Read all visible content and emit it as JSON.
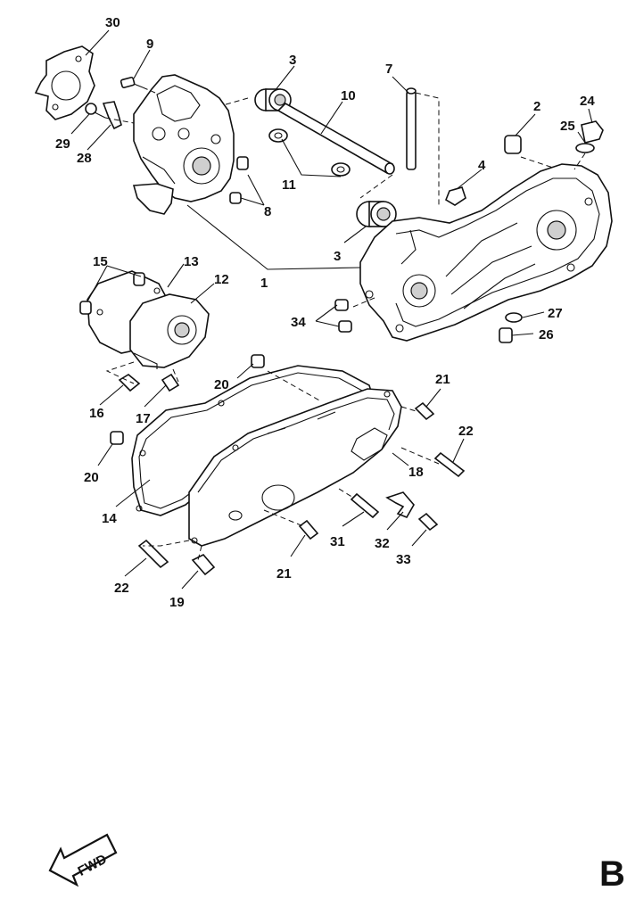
{
  "diagram": {
    "callouts": [
      {
        "id": "30",
        "text": "30"
      },
      {
        "id": "9",
        "text": "9"
      },
      {
        "id": "29",
        "text": "29"
      },
      {
        "id": "28",
        "text": "28"
      },
      {
        "id": "3a",
        "text": "3"
      },
      {
        "id": "10",
        "text": "10"
      },
      {
        "id": "7",
        "text": "7"
      },
      {
        "id": "24",
        "text": "24"
      },
      {
        "id": "2",
        "text": "2"
      },
      {
        "id": "25",
        "text": "25"
      },
      {
        "id": "11",
        "text": "11"
      },
      {
        "id": "4",
        "text": "4"
      },
      {
        "id": "8",
        "text": "8"
      },
      {
        "id": "3b",
        "text": "3"
      },
      {
        "id": "1",
        "text": "1"
      },
      {
        "id": "15",
        "text": "15"
      },
      {
        "id": "13",
        "text": "13"
      },
      {
        "id": "12",
        "text": "12"
      },
      {
        "id": "27",
        "text": "27"
      },
      {
        "id": "34",
        "text": "34"
      },
      {
        "id": "26",
        "text": "26"
      },
      {
        "id": "20a",
        "text": "20"
      },
      {
        "id": "21a",
        "text": "21"
      },
      {
        "id": "16",
        "text": "16"
      },
      {
        "id": "17",
        "text": "17"
      },
      {
        "id": "22a",
        "text": "22"
      },
      {
        "id": "18",
        "text": "18"
      },
      {
        "id": "20b",
        "text": "20"
      },
      {
        "id": "14",
        "text": "14"
      },
      {
        "id": "31",
        "text": "31"
      },
      {
        "id": "32",
        "text": "32"
      },
      {
        "id": "33",
        "text": "33"
      },
      {
        "id": "21b",
        "text": "21"
      },
      {
        "id": "22b",
        "text": "22"
      },
      {
        "id": "19",
        "text": "19"
      }
    ],
    "fwd_label": "FWD",
    "page_letter": "B"
  }
}
